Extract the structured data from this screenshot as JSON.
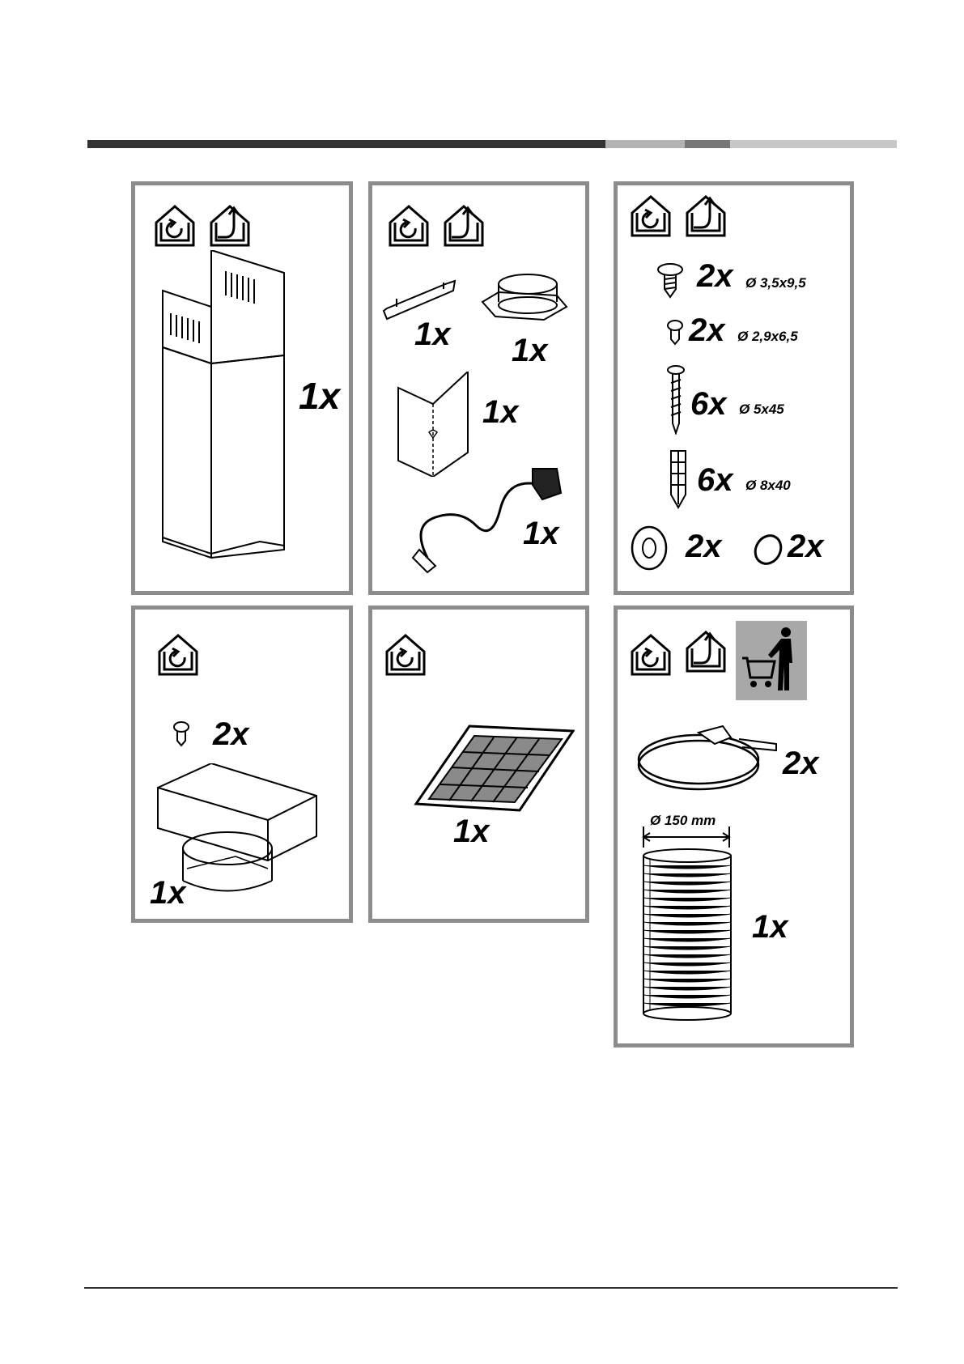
{
  "colors": {
    "stripe_dark": "#333333",
    "stripe_light": "#b3b3b3",
    "stripe_mid": "#777777",
    "panel_border": "#8c8c8c"
  },
  "panels": [
    {
      "name": "chimney",
      "icons": [
        "recirculation-house-icon",
        "extraction-house-icon"
      ],
      "quantity": "1x"
    },
    {
      "name": "accessories",
      "icons": [
        "recirculation-house-icon",
        "extraction-house-icon"
      ],
      "items": [
        {
          "name": "bracket",
          "quantity": "1x"
        },
        {
          "name": "flange",
          "quantity": "1x"
        },
        {
          "name": "template-sheet",
          "quantity": "1x"
        },
        {
          "name": "power-cord",
          "quantity": "1x"
        }
      ]
    },
    {
      "name": "hardware",
      "icons": [
        "recirculation-house-icon",
        "extraction-house-icon"
      ],
      "items": [
        {
          "name": "screw-large",
          "quantity": "2x",
          "dimension": "Ø 3,5x9,5"
        },
        {
          "name": "screw-small",
          "quantity": "2x",
          "dimension": "Ø 2,9x6,5"
        },
        {
          "name": "long-screw",
          "quantity": "6x",
          "dimension": "Ø 5x45"
        },
        {
          "name": "wall-plug",
          "quantity": "6x",
          "dimension": "Ø 8x40"
        },
        {
          "name": "washer",
          "quantity": "2x"
        },
        {
          "name": "ring",
          "quantity": "2x"
        }
      ]
    },
    {
      "name": "deflector",
      "icons": [
        "recirculation-house-icon"
      ],
      "items": [
        {
          "name": "screw",
          "quantity": "2x"
        },
        {
          "name": "deflector-box",
          "quantity": "1x"
        }
      ]
    },
    {
      "name": "carbon-filter",
      "icons": [
        "recirculation-house-icon"
      ],
      "quantity": "1x"
    },
    {
      "name": "ducting",
      "icons": [
        "recirculation-house-icon",
        "extraction-house-icon",
        "shopping-cart-person-icon"
      ],
      "items": [
        {
          "name": "hose-clamp",
          "quantity": "2x"
        },
        {
          "name": "flexible-duct",
          "quantity": "1x",
          "dimension": "Ø 150 mm"
        }
      ]
    }
  ]
}
